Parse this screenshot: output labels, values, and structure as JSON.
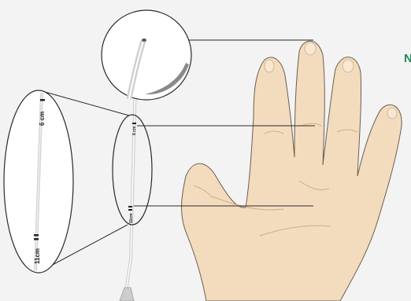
{
  "corner_label": "N",
  "marks": {
    "large_top": "6 cm",
    "large_bottom": "11cm",
    "small_top": "6 cm",
    "small_bottom": "11cm"
  },
  "colors": {
    "background": "#f3f3f3",
    "skin": "#f3d9b7",
    "skin_shadow": "#e7c49b",
    "outline": "#2a2a2a",
    "accent": "#1e8a5a"
  }
}
